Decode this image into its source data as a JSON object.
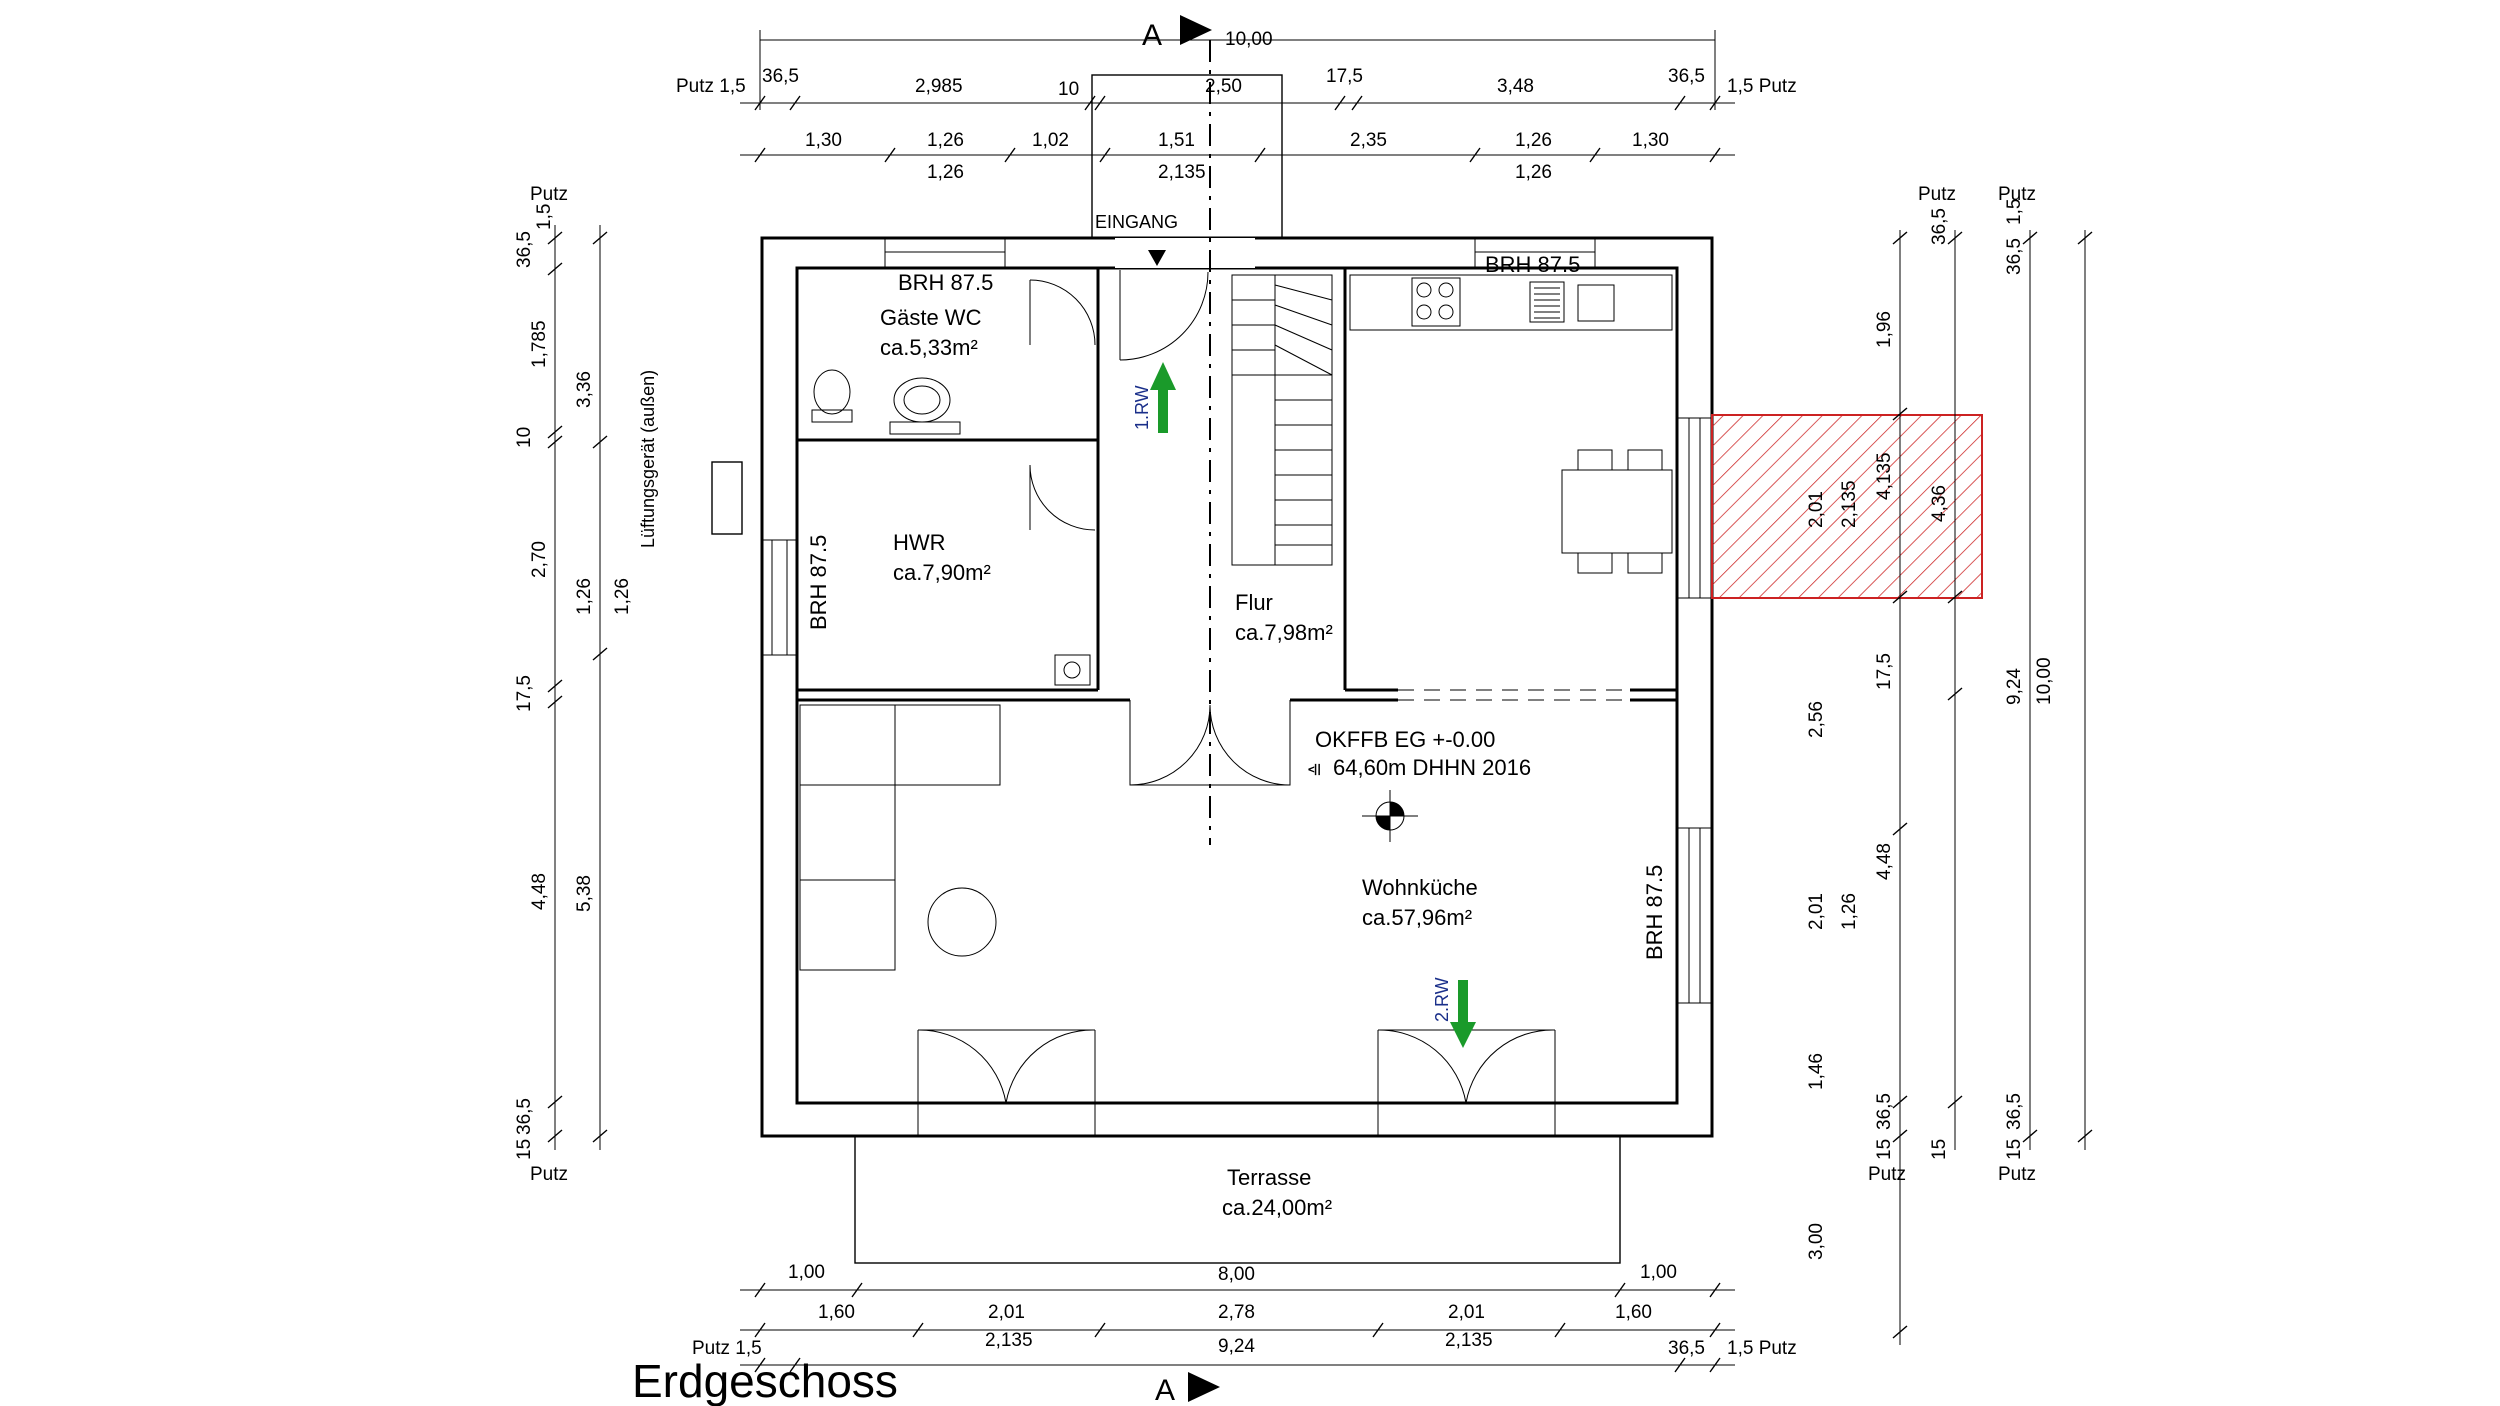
{
  "title": "Erdgeschoss",
  "section_marker": "A",
  "rooms": {
    "gaeste_wc": {
      "brh": "BRH 87.5",
      "name": "Gäste WC",
      "area": "ca.5,33m²"
    },
    "hwr": {
      "name": "HWR",
      "area": "ca.7,90m²",
      "brh": "BRH 87.5"
    },
    "flur": {
      "name": "Flur",
      "area": "ca.7,98m²"
    },
    "wohnkueche": {
      "name": "Wohnküche",
      "area": "ca.57,96m²",
      "brh_kitchen": "BRH 87.5",
      "brh_right": "BRH 87.5"
    },
    "terrasse": {
      "name": "Terrasse",
      "area": "ca.24,00m²"
    },
    "eingang": "EINGANG"
  },
  "level": {
    "line1": "OKFFB EG +-0.00",
    "prefix": "≙",
    "line2": "64,60m DHHN 2016"
  },
  "stairs": {
    "rw1": "1.RW",
    "rw2": "2.RW"
  },
  "vent_label": "Lüftungsgerät (außen)",
  "dimensions": {
    "top_total": "10,00",
    "top_row1": [
      "Putz 1,5",
      "36,5",
      "2,985",
      "10",
      "2,50",
      "17,5",
      "3,48",
      "36,5",
      "1,5 Putz"
    ],
    "top_row2": [
      "1,30",
      "1,26",
      "1,02",
      "1,51",
      "2,35",
      "1,26",
      "1,30"
    ],
    "top_row3": [
      "1,26",
      "2,135",
      "1,26"
    ],
    "bottom_row1": [
      "1,00",
      "8,00",
      "1,00"
    ],
    "bottom_row2": [
      "1,60",
      "2,01",
      "2,78",
      "2,01",
      "1,60"
    ],
    "bottom_row3": [
      "2,135",
      "9,24",
      "2,135"
    ],
    "bottom_row4": [
      "Putz 1,5",
      "36,5",
      "1,5 Putz"
    ],
    "left_col1": [
      "Putz",
      "36,5",
      "1,5",
      "1,785",
      "10",
      "2,70",
      "17,5",
      "4,48",
      "36,5",
      "15",
      "Putz"
    ],
    "left_col2": [
      "3,36",
      "1,26",
      "5,38"
    ],
    "left_col3": [
      "1,26"
    ],
    "right_col1": [
      "1,96",
      "2,01",
      "2,56",
      "2,01",
      "1,46",
      "15",
      "36,5",
      "3,00"
    ],
    "right_col2": [
      "2,135",
      "17,5",
      "1,26"
    ],
    "right_col3": [
      "4,135",
      "4,48"
    ],
    "right_col4": [
      "Putz",
      "36,5",
      "4,36",
      "15",
      "Putz"
    ],
    "right_col5": [
      "Putz",
      "36,5",
      "1,5",
      "9,24",
      "15",
      "36,5",
      "Putz"
    ],
    "right_col6": [
      "10,00"
    ]
  },
  "colors": {
    "arrow": "#1a9a2a",
    "hatch": "#cc2222",
    "rw_text": "#1a2f8a"
  }
}
